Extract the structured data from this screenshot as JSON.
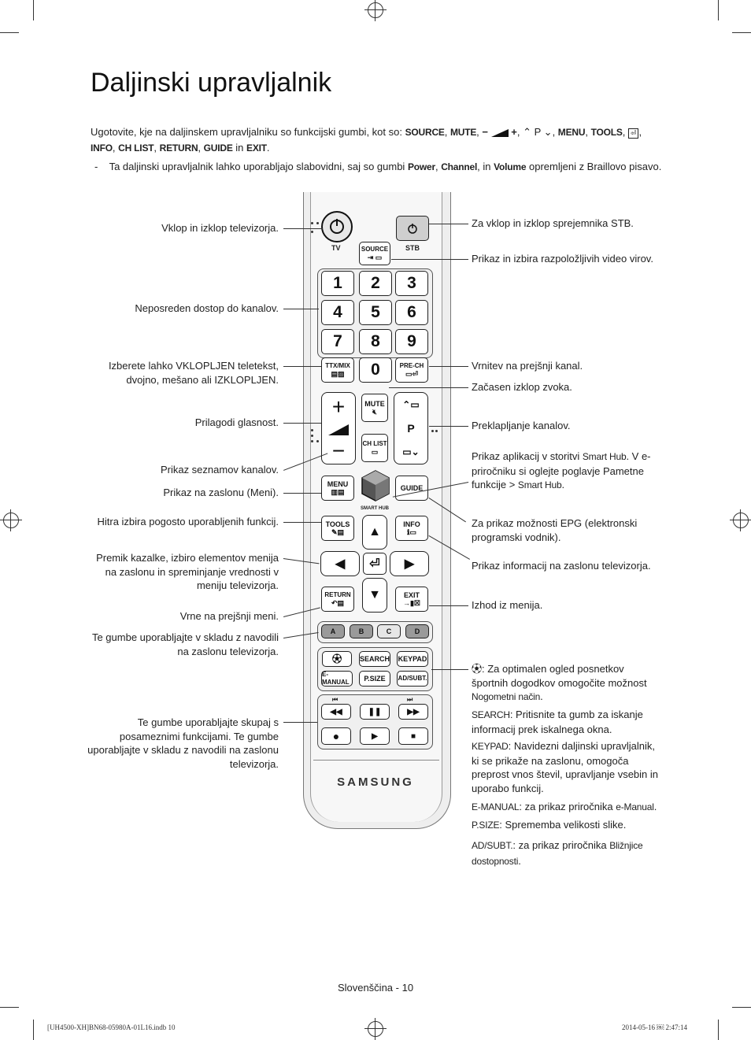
{
  "title": "Daljinski upravljalnik",
  "intro": {
    "text1": "Ugotovite, kje na daljinskem upravljalniku so funkcijski gumbi, kot so: ",
    "source": "SOURCE",
    "mute": "MUTE",
    "p": "P",
    "menu": "MENU",
    "tools": "TOOLS",
    "info": "INFO",
    "chlist": "CH LIST",
    "return": "RETURN",
    "guide": "GUIDE",
    "in": "in",
    "exit": "EXIT",
    "note_dash": "-",
    "note1": "Ta daljinski upravljalnik lahko uporabljajo slabovidni, saj so gumbi ",
    "power": "Power",
    "channel": "Channel",
    "note_in": ", in ",
    "volume": "Volume",
    "note2": " opremljeni z Braillovo pisavo."
  },
  "left_labels": [
    "Vklop in izklop televizorja.",
    "Neposreden dostop do kanalov.",
    "Izberete lahko VKLOPLJEN teletekst, dvojno, mešano ali IZKLOPLJEN.",
    "Prilagodi glasnost.",
    "Prikaz seznamov kanalov.",
    "Prikaz na zaslonu (Meni).",
    "Hitra izbira pogosto uporabljenih funkcij.",
    "Premik kazalke, izbiro elementov menija na zaslonu in spreminjanje vrednosti v meniju televizorja.",
    "Vrne na prejšnji meni.",
    "Te gumbe uporabljajte v skladu z navodili na zaslonu televizorja.",
    "Te gumbe uporabljajte skupaj s posameznimi funkcijami. Te gumbe uporabljajte v skladu z navodili na zaslonu televizorja."
  ],
  "right_labels": {
    "stb": "Za vklop in izklop sprejemnika STB.",
    "source": "Prikaz in izbira razpoložljivih video virov.",
    "prech": "Vrnitev na prejšnji kanal.",
    "mute": "Začasen izklop zvoka.",
    "channel": "Preklapljanje kanalov.",
    "smarthub_a": "Prikaz aplikacij v storitvi ",
    "smarthub_b": "Smart Hub",
    "smarthub_c": ". V e-priročniku si oglejte poglavje ",
    "smarthub_d": "Pametne funkcije",
    "smarthub_e": " > ",
    "smarthub_f": "Smart Hub",
    "smarthub_g": ".",
    "epg_a": "Za prikaz možnosti ",
    "epg_b": "EPG",
    "epg_c": " (elektronski programski vodnik).",
    "info": "Prikaz informacij na zaslonu televizorja.",
    "exit": "Izhod iz menija.",
    "football_a": ": Za optimalen ogled posnetkov športnih dogodkov omogočite možnost ",
    "football_b": "Nogometni način",
    "football_c": ".",
    "search_a": "SEARCH",
    "search_b": ": Pritisnite ta gumb za iskanje informacij prek iskalnega okna.",
    "keypad_a": "KEYPAD",
    "keypad_b": ": Navidezni daljinski upravljalnik, ki se prikaže na zaslonu, omogoča preprost vnos števil, upravljanje vsebin in uporabo funkcij.",
    "emanual_a": "E-MANUAL",
    "emanual_b": ": za prikaz priročnika ",
    "emanual_c": "e-Manual",
    "emanual_d": ".",
    "psize_a": "P.SIZE",
    "psize_b": ": Sprememba velikosti slike.",
    "adsubt_a": "AD/SUBT.",
    "adsubt_b": ": za prikaz priročnika ",
    "adsubt_c": "Bližnjice dostopnosti",
    "adsubt_d": "."
  },
  "remote": {
    "tv": "TV",
    "stb": "STB",
    "source": "SOURCE",
    "digits": [
      "1",
      "2",
      "3",
      "4",
      "5",
      "6",
      "7",
      "8",
      "9"
    ],
    "zero": "0",
    "ttx": "TTX/MIX",
    "prech": "PRE-CH",
    "mute": "MUTE",
    "chlist": "CH LIST",
    "p": "P",
    "menu": "MENU",
    "guide": "GUIDE",
    "smarthub": "SMART HUB",
    "tools": "TOOLS",
    "info": "INFO",
    "return": "RETURN",
    "exit": "EXIT",
    "colors": [
      "A",
      "B",
      "C",
      "D"
    ],
    "search": "SEARCH",
    "keypad": "KEYPAD",
    "emanual": "E-MANUAL",
    "psize": "P.SIZE",
    "adsubt": "AD/SUBT.",
    "brand": "SAMSUNG"
  },
  "colors": {
    "btn_a": "#9a9a9a",
    "btn_b": "#9a9a9a",
    "btn_c": "#e6e6e6",
    "btn_d": "#9a9a9a",
    "stb_power": "#cfcfcf"
  },
  "footer": "Slovenščina - 10",
  "print_left": "[UH4500-XH]BN68-05980A-01L16.indb   10",
  "print_right": "2014-05-16   ￼ 2:47:14"
}
